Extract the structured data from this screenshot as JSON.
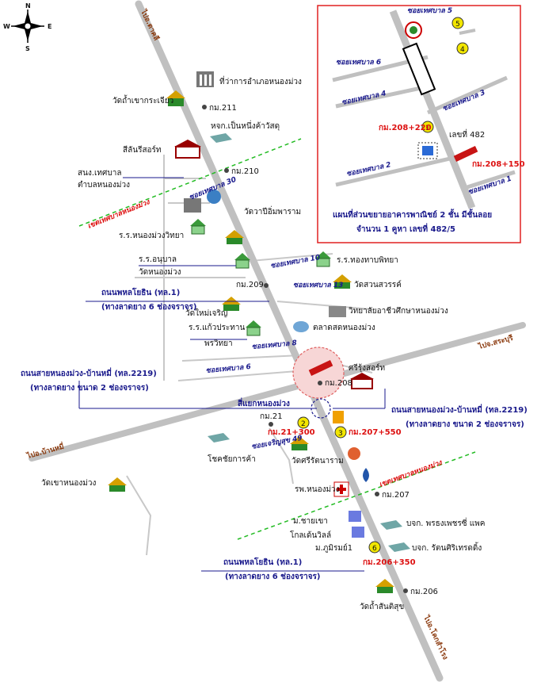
{
  "compass": {
    "n": "N",
    "s": "S",
    "e": "E",
    "w": "W"
  },
  "directions": {
    "to_tak_fa": "ไปอ.ตาคลี",
    "to_saraburi": "ไปจ.สระบุรี",
    "to_ban_mi": "ไปอ.บ้านหมี่",
    "to_khok_samrong": "ไปอ.โคกสำโรง"
  },
  "landmarks": {
    "district_office": "ที่ว่าการอำเภอหนองม่วง",
    "wat_khao_krachiao": "วัดถ้ำเขากระเจียว",
    "km211": "กม.211",
    "hjk": "หจก.เป็นหนึ่งค้าวัสดุ",
    "silanee_resort": "สีลันรีสอร์ท",
    "km210": "กม.210",
    "snk_line1": "สนง.เทศบาล",
    "snk_line2": "ตำบลหนองม่วง",
    "wat_wang": "วัดวาปีอิ่มพาราม",
    "school_nongmuang": "ร.ร.หนองม่วงวิทยา",
    "kinder_line1": "ร.ร.อนุบาล",
    "kinder_line2": "วัดหนองม่วง",
    "school_thongthap": "ร.ร.ทองทาบพิทยา",
    "km209": "กม.209",
    "wat_suan": "วัดสวนสวรรค์",
    "college": "วิทยาลัยอาชีวศึกษาหนองม่วง",
    "wat_mai": "วัดใหม่เจริญ",
    "kaew_line1": "ร.ร.แก้วประทาน",
    "kaew_line2": "พรวิทยา",
    "market": "ตลาดสดหนองม่วง",
    "srirung": "ศรีรุ้งสอร์ท",
    "km208": "กม.208",
    "junction": "สี่แยกหนองม่วง",
    "km21": "กม.21",
    "km21_300": "กม.21+300",
    "km207_550": "กม.207+550",
    "soi_charoensuk": "ซอยเจริญสุข 49",
    "chot_chai": "โชคชัยการค้า",
    "wat_sri": "วัดศรีรัตนาราม",
    "wat_khao_nongmuang": "วัดเขาหนองม่วง",
    "hospital": "รพ.หนองม่วง",
    "km207": "กม.207",
    "m_chai": "ม.ชายเขา",
    "golden": "โกลเด้นวิลล์",
    "m_phumirom": "ม.ภูมิรมย์1",
    "bjk_porn": "บจก. พรธงเพชรซี่ แพค",
    "bjk_rattan": "บจก. รัตนศิริเทรดดิ้ง",
    "km206_350": "กม.206+350",
    "km206": "กม.206",
    "wat_santisuk": "วัดถ้ำสันติสุข"
  },
  "roads": {
    "soi30": "ซอยเทศบาล 30",
    "soi10": "ซอยเทศบาล 10",
    "soi13": "ซอยเทศบาล 13",
    "soi8": "ซอยเทศบาล 8",
    "soi6": "ซอยเทศบาล 6",
    "boundary1": "เขตเทศบาลหนองม่วง",
    "boundary2": "เขตเทศบาลหนองม่วง",
    "phahon1_a": "ถนนพหลโยธิน (ทล.1)",
    "phahon1_a_sub": "(ทางลาดยาง 6 ช่องจราจร)",
    "phahon1_b": "ถนนพหลโยธิน (ทล.1)",
    "phahon1_b_sub": "(ทางลาดยาง 6 ช่องจราจร)",
    "rd2219_left": "ถนนสายหนองม่วง-บ้านหมี่ (ทล.2219)",
    "rd2219_left_sub": "(ทางลาดยาง ขนาด 2 ช่องจราจร)",
    "rd2219_right": "ถนนสายหนองม่วง-บ้านหมี่ (ทล.2219)",
    "rd2219_right_sub": "(ทางลาดยาง ขนาด 2 ช่องจราจร)"
  },
  "inset": {
    "soi5": "ซอยเทศบาล 5",
    "soi6": "ซอยเทศบาล 6",
    "soi4": "ซอยเทศบาล 4",
    "soi3": "ซอยเทศบาล 3",
    "soi2": "ซอยเทศบาล 2",
    "soi1": "ซอยเทศบาล 1",
    "km208_220": "กม.208+220",
    "km208_150": "กม.208+150",
    "lot": "เลขที่ 482",
    "caption1": "แผนที่ส่วนขยายอาคารพาณิชย์ 2 ชั้น  มีชั้นลอย",
    "caption2": "จำนวน 1 คูหา  เลขที่ 482/5",
    "mark1": "1",
    "mark4": "4",
    "mark5": "5"
  },
  "markers": {
    "m2": "2",
    "m3": "3",
    "m6": "6"
  },
  "colors": {
    "road": "#bdbdbd",
    "inset_border": "#e02020",
    "boundary": "#22bb22",
    "blue_text": "#1a1a8c",
    "red_text": "#dd1111",
    "marker": "#f2e600"
  }
}
